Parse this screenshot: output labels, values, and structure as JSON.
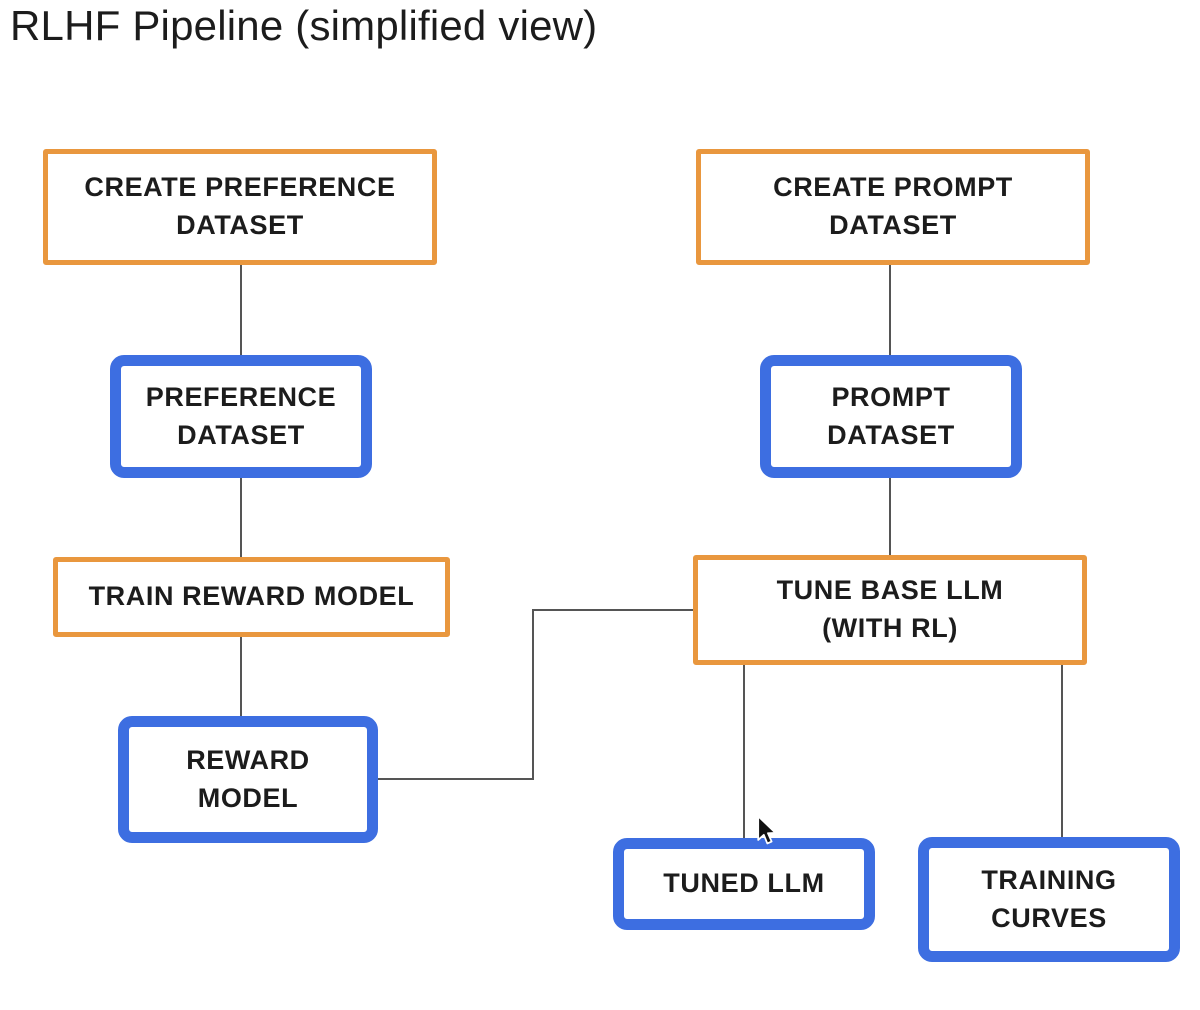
{
  "title": "RLHF Pipeline (simplified view)",
  "nodes": [
    {
      "id": "create-preference-dataset",
      "label": "CREATE PREFERENCE\nDATASET",
      "type": "process"
    },
    {
      "id": "preference-dataset",
      "label": "PREFERENCE\nDATASET",
      "type": "artifact"
    },
    {
      "id": "train-reward-model",
      "label": "TRAIN REWARD MODEL",
      "type": "process"
    },
    {
      "id": "reward-model",
      "label": "REWARD\nMODEL",
      "type": "artifact"
    },
    {
      "id": "create-prompt-dataset",
      "label": "CREATE PROMPT\nDATASET",
      "type": "process"
    },
    {
      "id": "prompt-dataset",
      "label": "PROMPT\nDATASET",
      "type": "artifact"
    },
    {
      "id": "tune-base-llm",
      "label": "TUNE BASE LLM\n(WITH RL)",
      "type": "process"
    },
    {
      "id": "tuned-llm",
      "label": "TUNED LLM",
      "type": "artifact"
    },
    {
      "id": "training-curves",
      "label": "TRAINING\nCURVES",
      "type": "artifact"
    }
  ],
  "edges": [
    {
      "from": "create-preference-dataset",
      "to": "preference-dataset"
    },
    {
      "from": "preference-dataset",
      "to": "train-reward-model"
    },
    {
      "from": "train-reward-model",
      "to": "reward-model"
    },
    {
      "from": "reward-model",
      "to": "tune-base-llm"
    },
    {
      "from": "create-prompt-dataset",
      "to": "prompt-dataset"
    },
    {
      "from": "prompt-dataset",
      "to": "tune-base-llm"
    },
    {
      "from": "tune-base-llm",
      "to": "tuned-llm"
    },
    {
      "from": "tune-base-llm",
      "to": "training-curves"
    }
  ],
  "colors": {
    "process_border": "#E9973E",
    "artifact_border": "#3D6EE1",
    "connector": "#555555",
    "text": "#1C1C1C",
    "background": "#FFFFFF"
  }
}
